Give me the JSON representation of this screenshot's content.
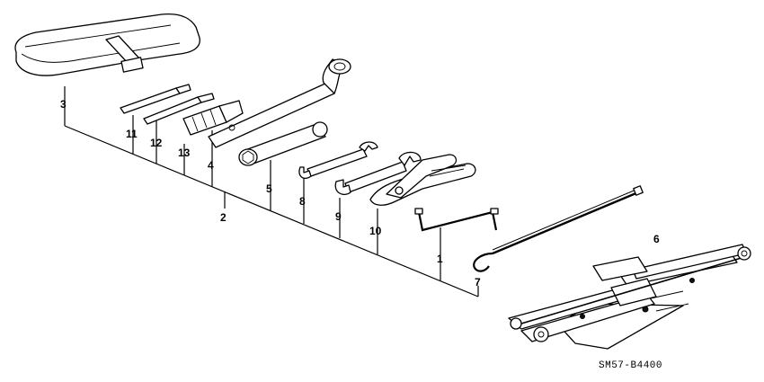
{
  "diagram_code": "SM57-B4400",
  "callouts": {
    "c1": "1",
    "c2": "2",
    "c3": "3",
    "c4": "4",
    "c5": "5",
    "c6": "6",
    "c7": "7",
    "c8": "8",
    "c9": "9",
    "c10": "10",
    "c11": "11",
    "c12": "12",
    "c13": "13"
  }
}
